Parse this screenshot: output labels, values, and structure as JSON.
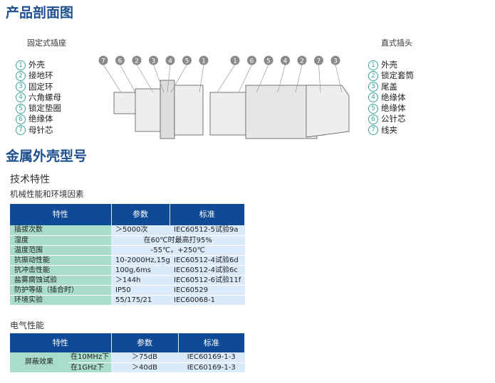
{
  "section1": {
    "title": "产品剖面图",
    "left_label": "固定式插座",
    "right_label": "直式插头",
    "left_items": [
      {
        "n": "1",
        "t": "外壳"
      },
      {
        "n": "2",
        "t": "接地环"
      },
      {
        "n": "3",
        "t": "固定环"
      },
      {
        "n": "4",
        "t": "六角螺母"
      },
      {
        "n": "5",
        "t": "锁定垫圈"
      },
      {
        "n": "6",
        "t": "绝缘体"
      },
      {
        "n": "7",
        "t": "母针芯"
      }
    ],
    "right_items": [
      {
        "n": "1",
        "t": "外壳"
      },
      {
        "n": "2",
        "t": "锁定套筒"
      },
      {
        "n": "3",
        "t": "尾盖"
      },
      {
        "n": "4",
        "t": "绝缘体"
      },
      {
        "n": "5",
        "t": "绝缘体"
      },
      {
        "n": "6",
        "t": "公针芯"
      },
      {
        "n": "7",
        "t": "线夹"
      }
    ],
    "left_callouts": [
      "7",
      "6",
      "2",
      "3",
      "4",
      "5",
      "1"
    ],
    "right_callouts": [
      "1",
      "6",
      "5",
      "4",
      "2",
      "7",
      "3"
    ]
  },
  "section2": {
    "title": "金属外壳型号",
    "subtitle": "技术特性",
    "mech_title": "机械性能和环境因素",
    "mech_headers": [
      "特性",
      "参数",
      "标准"
    ],
    "mech_rows": [
      [
        "插拔次数",
        "＞5000次",
        "IEC60512-5试验9a"
      ],
      [
        "湿度",
        "在60℃时最高打95%",
        ""
      ],
      [
        "温度范围",
        "-55℃，+250℃",
        ""
      ],
      [
        "抗振动性能",
        "10-2000Hz,15g",
        "IEC60512-4试验6d"
      ],
      [
        "抗冲击性能",
        "100g,6ms",
        "IEC60512-4试验6c"
      ],
      [
        "盐雾腐蚀试验",
        "＞144h",
        "IEC60512-6试验11f"
      ],
      [
        "防护等级（插合时）",
        "IP50",
        "IEC60529"
      ],
      [
        "环境实验",
        "55/175/21",
        "IEC60068-1"
      ]
    ],
    "elec_title": "电气性能",
    "elec_headers": [
      "特性",
      "参数",
      "标准"
    ],
    "elec_group": "屏蔽效果",
    "elec_rows": [
      [
        "在10MHz下",
        "＞75dB",
        "IEC60169-1-3"
      ],
      [
        "在1GHz下",
        "＞40dB",
        "IEC60169-1-3"
      ]
    ]
  }
}
